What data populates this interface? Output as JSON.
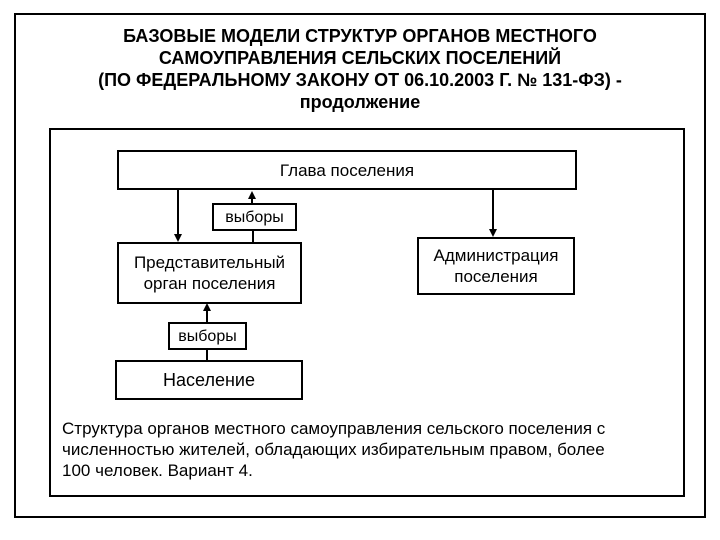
{
  "title": {
    "lines": [
      "БАЗОВЫЕ МОДЕЛИ СТРУКТУР ОРГАНОВ МЕСТНОГО",
      "САМОУПРАВЛЕНИЯ СЕЛЬСКИХ ПОСЕЛЕНИЙ",
      "(ПО ФЕДЕРАЛЬНОМУ ЗАКОНУ ОТ 06.10.2003 Г. № 131-ФЗ) -",
      "продолжение"
    ]
  },
  "diagram": {
    "nodes": {
      "head": "Глава поселения",
      "elections_top": "выборы",
      "representative": "Представительный орган поселения",
      "administration": "Администрация поселения",
      "elections_bottom": "выборы",
      "population": "Население"
    },
    "edges": [
      {
        "from": "head",
        "to": "representative",
        "type": "arrow-down"
      },
      {
        "from": "elections_top",
        "to": "head",
        "type": "arrow-up"
      },
      {
        "from": "elections_top",
        "to": "representative",
        "type": "line"
      },
      {
        "from": "head",
        "to": "administration",
        "type": "arrow-down"
      },
      {
        "from": "elections_bottom",
        "to": "representative",
        "type": "arrow-up"
      },
      {
        "from": "population",
        "to": "elections_bottom",
        "type": "line"
      }
    ],
    "caption_lines": [
      "Структура органов местного самоуправления сельского поселения с",
      "численностью жителей, обладающих избирательным правом, более",
      "100 человек. Вариант 4."
    ]
  },
  "colors": {
    "background": "#ffffff",
    "line": "#000000",
    "text": "#000000"
  }
}
